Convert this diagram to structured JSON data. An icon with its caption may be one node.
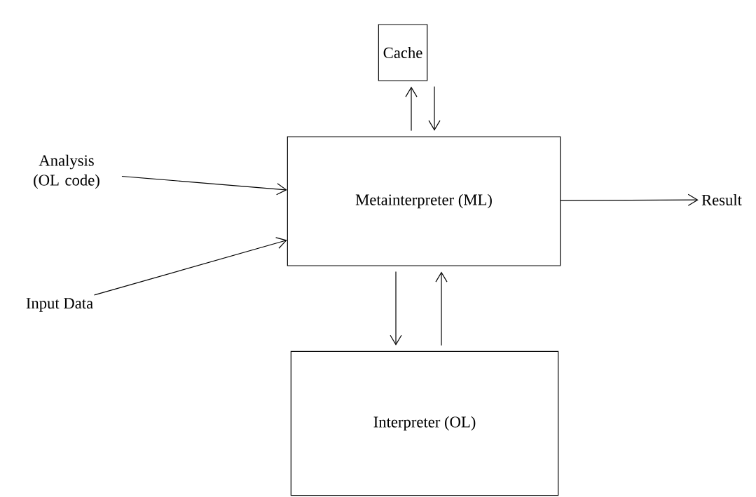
{
  "diagram": {
    "nodes": [
      {
        "text": [
          "Cache"
        ]
      },
      {
        "text": [
          "Metainterpreter (ML)"
        ]
      },
      {
        "text": [
          "Interpreter (OL)"
        ]
      },
      {
        "text": [
          "Analysis (OL code)"
        ]
      },
      {
        "text": [
          "Input Data"
        ]
      },
      {
        "text": [
          "Result"
        ]
      }
    ],
    "edges": [
      {
        "from": 1,
        "to": 0,
        "arrow": "to"
      },
      {
        "from": 0,
        "to": 1,
        "arrow": "to"
      },
      {
        "from": 3,
        "to": 1,
        "arrow": "to"
      },
      {
        "from": 4,
        "to": 1,
        "arrow": "to"
      },
      {
        "from": 1,
        "to": 5,
        "arrow": "to"
      },
      {
        "from": 1,
        "to": 2,
        "arrow": "to"
      },
      {
        "from": 2,
        "to": 1,
        "arrow": "to"
      }
    ]
  }
}
